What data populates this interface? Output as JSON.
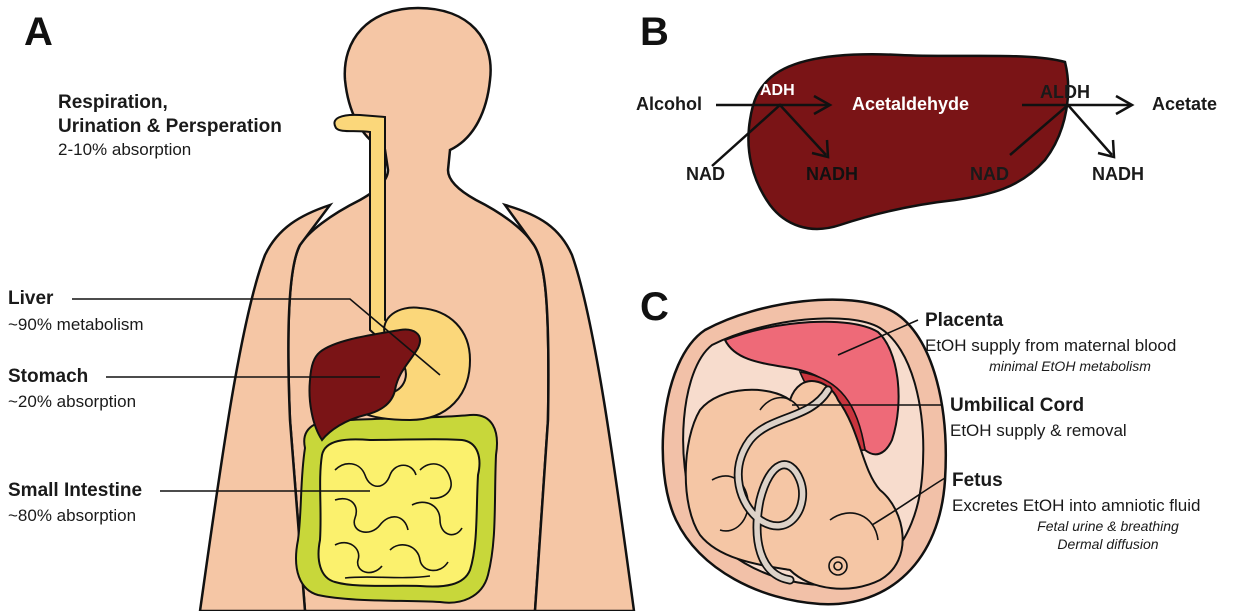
{
  "panels": {
    "a": "A",
    "b": "B",
    "c": "C"
  },
  "panel_a": {
    "respiration": {
      "title_line1": "Respiration,",
      "title_line2": "Urination & Persperation",
      "detail": "2-10% absorption"
    },
    "liver": {
      "title": "Liver",
      "detail": "~90% metabolism"
    },
    "stomach": {
      "title": "Stomach",
      "detail": "~20% absorption"
    },
    "small_intestine": {
      "title": "Small Intestine",
      "detail": "~80% absorption"
    }
  },
  "panel_b": {
    "alcohol": "Alcohol",
    "adh": "ADH",
    "acetaldehyde": "Acetaldehyde",
    "aldh": "ALDH",
    "acetate": "Acetate",
    "nad_1": "NAD",
    "nadh_1": "NADH",
    "nad_2": "NAD",
    "nadh_2": "NADH"
  },
  "panel_c": {
    "placenta": {
      "title": "Placenta",
      "detail": "EtOH supply from maternal blood",
      "note": "minimal EtOH metabolism"
    },
    "umbilical_cord": {
      "title": "Umbilical Cord",
      "detail": "EtOH supply & removal"
    },
    "fetus": {
      "title": "Fetus",
      "detail": "Excretes EtOH into amniotic fluid",
      "note1": "Fetal urine & breathing",
      "note2": "Dermal diffusion"
    }
  },
  "colors": {
    "skin": "#f5c6a5",
    "liver": "#7a1416",
    "esophagus": "#fbd77a",
    "stomach": "#fbd77a",
    "small_intestine": "#fbf16d",
    "large_intestine": "#c8d73a",
    "placenta": "#ee6a78",
    "uterus": "#f2c1a8"
  }
}
